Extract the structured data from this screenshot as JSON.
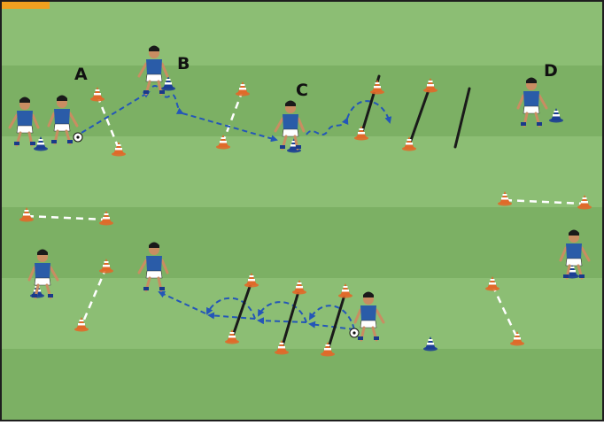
{
  "diagram": {
    "station_labels": {
      "a": "A",
      "b": "B",
      "c": "C",
      "d": "D"
    }
  },
  "colors": {
    "pitch_light": "#8cbe74",
    "pitch_dark": "#7cb064",
    "frame": "#1e1e1e",
    "corner_tab": "#f0a020",
    "player_shirt": "#2a5ca8",
    "player_shorts": "#ffffff",
    "cone_orange": "#e06a2a",
    "cone_blue": "#1c3f94",
    "pole": "#1a1a1a",
    "pass_line": "#2456b8",
    "marking_line": "#ffffff"
  }
}
